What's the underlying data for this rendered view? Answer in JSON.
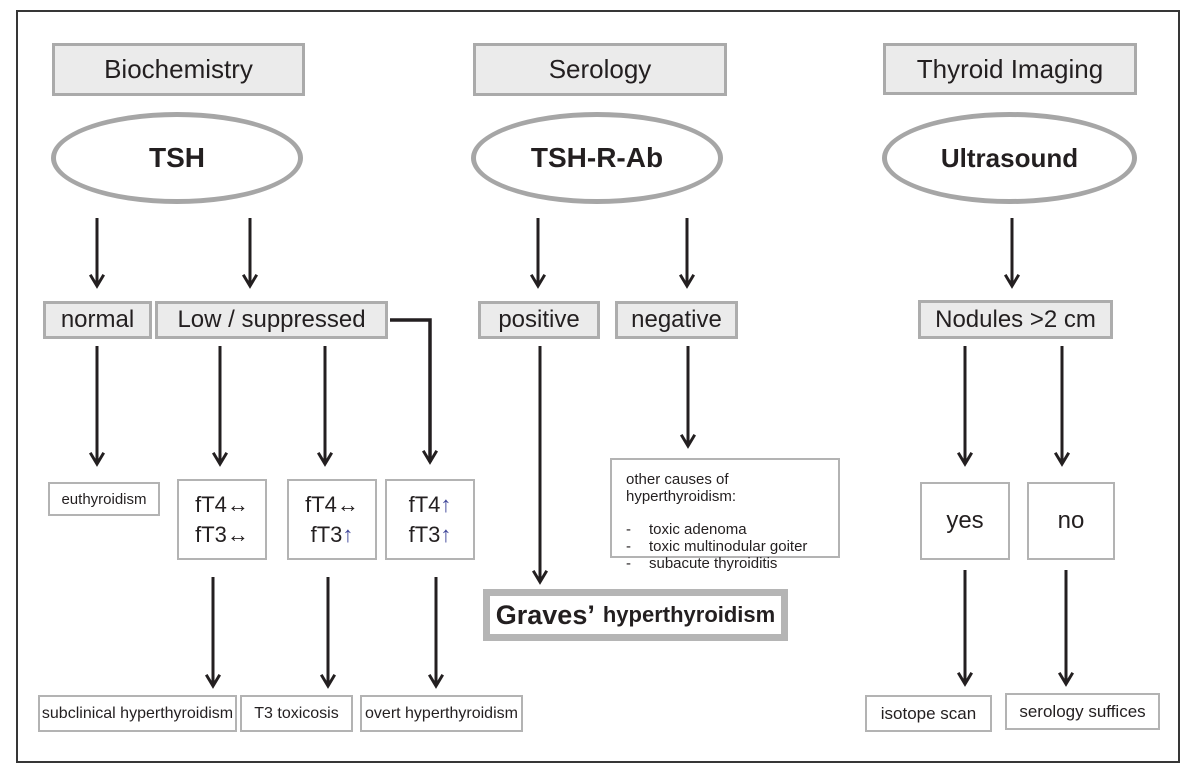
{
  "diagram_title": "Hyperthyroidism diagnostic work-up flowchart",
  "columns": {
    "biochemistry": {
      "header": "Biochemistry",
      "test": "TSH",
      "outcomes": {
        "normal": "normal",
        "low": "Low / suppressed"
      },
      "euthyroidism": "euthyroidism",
      "results": [
        {
          "lines": [
            {
              "t": "fT4",
              "s": "↔"
            },
            {
              "t": "fT3",
              "s": "↔"
            }
          ]
        },
        {
          "lines": [
            {
              "t": "fT4",
              "s": "↔"
            },
            {
              "t": "fT3",
              "s": "↑"
            }
          ]
        },
        {
          "lines": [
            {
              "t": "fT4",
              "s": "↑"
            },
            {
              "t": "fT3",
              "s": "↑"
            }
          ]
        }
      ],
      "diagnoses": [
        "subclinical hyperthyroidism",
        "T3 toxicosis",
        "overt hyperthyroidism"
      ]
    },
    "serology": {
      "header": "Serology",
      "test": "TSH-R-Ab",
      "outcomes": {
        "positive": "positive",
        "negative": "negative"
      },
      "other_causes": {
        "title": "other causes of hyperthyroidism:",
        "items": [
          {
            "bullet": "-",
            "text": "toxic adenoma"
          },
          {
            "bullet": "-",
            "text": "toxic multinodular goiter"
          },
          {
            "bullet": "-",
            "text": "subacute thyroiditis"
          }
        ]
      },
      "graves": {
        "main": "Graves’",
        "rest": "hyperthyroidism"
      }
    },
    "imaging": {
      "header": "Thyroid Imaging",
      "test": "Ultrasound",
      "finding": "Nodules >2 cm",
      "yes": "yes",
      "no": "no",
      "actions": [
        "isotope scan",
        "serology suffices"
      ]
    }
  },
  "colors": {
    "arrow": "#231f20",
    "box_fill_gray": "#ebebeb",
    "box_border_gray": "#adadad",
    "up_arrow_glyph": "#3f4699"
  }
}
